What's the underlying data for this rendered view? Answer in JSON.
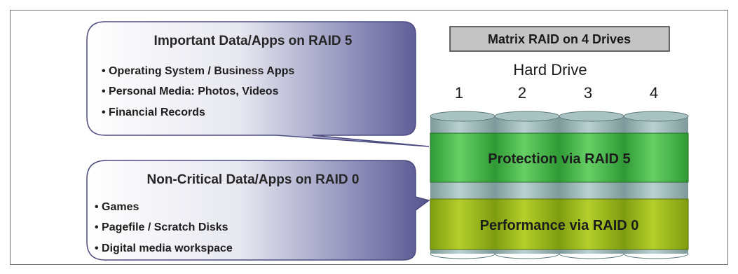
{
  "callouts": {
    "raid5": {
      "title": "Important Data/Apps on RAID 5",
      "items": [
        "• Operating System / Business Apps",
        "• Personal Media: Photos, Videos",
        "• Financial Records"
      ]
    },
    "raid0": {
      "title": "Non-Critical Data/Apps on RAID 0",
      "items": [
        "• Games",
        "• Pagefile / Scratch Disks",
        "• Digital media workspace"
      ]
    }
  },
  "matrix": {
    "heading": "Matrix RAID on 4 Drives",
    "drive_label": "Hard Drive",
    "drive_numbers": [
      "1",
      "2",
      "3",
      "4"
    ],
    "bands": {
      "raid5": "Protection via RAID 5",
      "raid0": "Performance via RAID 0"
    }
  },
  "colors": {
    "callout_fill": "#5a5a94",
    "callout_highlight": "#ffffff",
    "drive_body": "#8ea8a8",
    "drive_top": "#a9c3c3",
    "raid5_band": "#3fae3f",
    "raid0_band": "#8fae16",
    "heading_box": "#c4c4c4"
  }
}
